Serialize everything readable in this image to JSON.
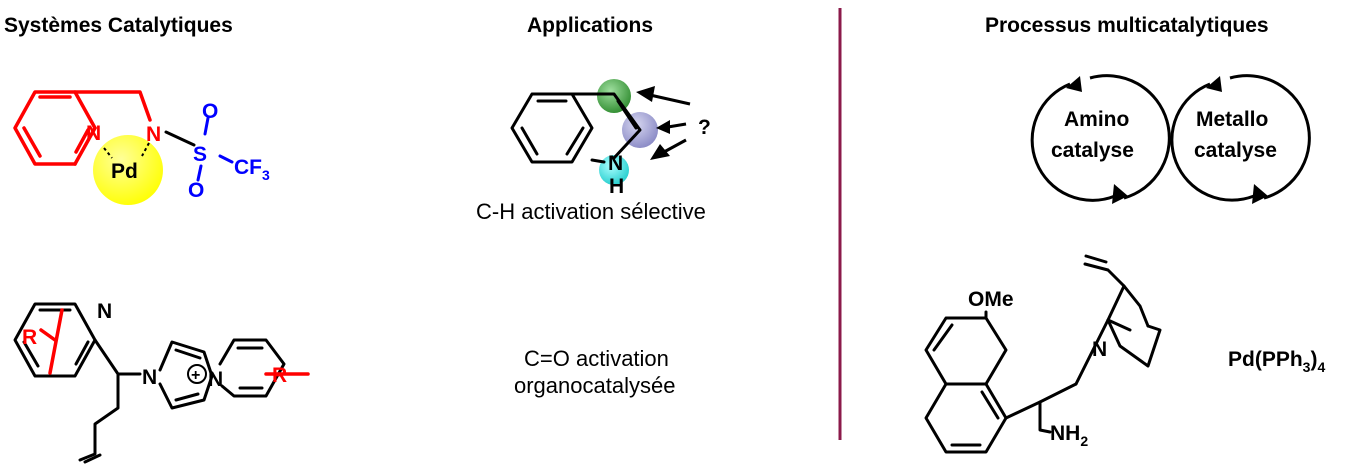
{
  "headings": {
    "left": "Systèmes Catalytiques",
    "middle": "Applications",
    "right": "Processus multicatalytiques"
  },
  "captions": {
    "ch_activation": "C-H activation sélective",
    "co_activation_line1": "C=O activation",
    "co_activation_line2": "organocatalysée"
  },
  "cycles": {
    "amino_line1": "Amino",
    "amino_line2": "catalyse",
    "metallo_line1": "Metallo",
    "metallo_line2": "catalyse"
  },
  "labels": {
    "pd": "Pd",
    "n": "N",
    "s": "S",
    "o": "O",
    "cf3_main": "CF",
    "cf3_sub": "3",
    "r": "R",
    "nh_n": "N",
    "nh_h": "H",
    "question": "?",
    "ome": "OMe",
    "nh2_main": "NH",
    "nh2_sub": "2",
    "pd_main": "Pd(PPh",
    "pd_sub": "3",
    "pd_close": ")",
    "pd_count": "4",
    "plus": "+"
  },
  "colors": {
    "red": "#ff0000",
    "blue": "#0000ff",
    "divider": "#8b1a4a",
    "yellow": "#ffff33",
    "green": "#2e8b2e",
    "lavender": "#9999cc",
    "cyan": "#22dddd"
  }
}
